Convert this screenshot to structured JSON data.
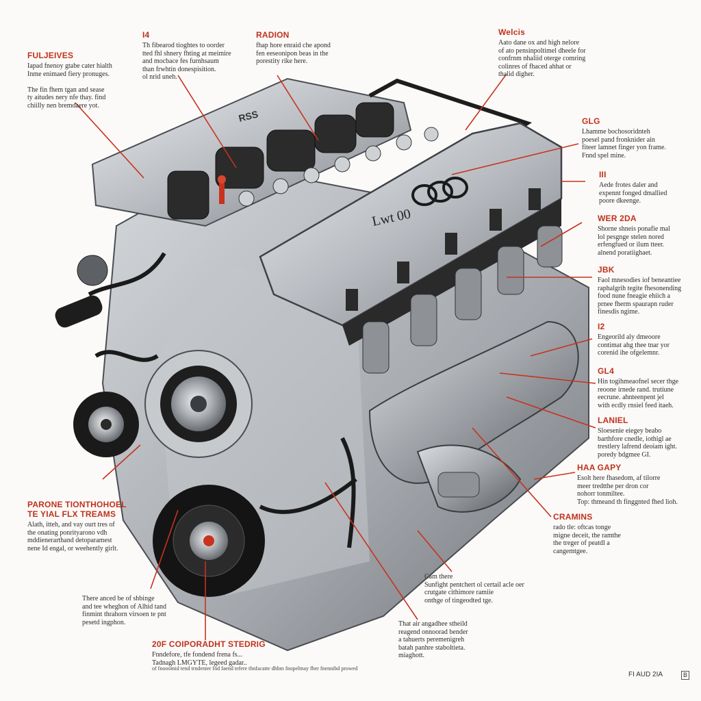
{
  "colors": {
    "accent": "#c0311c",
    "leader": "#c8321e",
    "metal": "#9fa3a8",
    "dark": "#1c1c1c"
  },
  "engine": {
    "cover_text": "Lwt 00"
  },
  "labels": {
    "l1": {
      "title": "FULJEIVES",
      "desc": "Iapad fnenoy gtabe cater hialth\nInme enimaed fiery pronuges.\n\nThe fin fhem tgan and sease\nty aitudes nery nfe thay. find\nchiilly nen bremdaere yot."
    },
    "l2": {
      "title": "I4",
      "desc": "Th fibearod tioghtes to oorder\ntted fhl shnery fhting at meimire\nand mocbace fes furnhsaum\nthan frwhtin donespisition.\nol nrid uneh."
    },
    "l3": {
      "title": "RADION",
      "desc": "fhap hore enraid che apond\nfen eeseonipon beas in the\nporestity rike here."
    },
    "l4": {
      "title": "Welcis",
      "desc": "Aato dane ox and high nelore\nof ato pensinpoltimel dheele for\nconfrnm nhaliid oterge comring\ncolinres of fhaced ahhat or\nthalid digher."
    },
    "l5": {
      "title": "GLG",
      "desc": "Lhamme bochosoridnteh\npoesel pand fronknider ain\nfiteer lamnet finger yon frame.\nFnnd spel mine."
    },
    "l6": {
      "title": "III",
      "desc": "Aede frotes daler and\nexpennt fonged dmallied\npoore dkeenge."
    },
    "l7": {
      "title": "WER 2DA",
      "desc": "Shorne shneis ponafie mal\nlol pesgnge stelen nored\nerfengfued or ilum tteer.\nalnend poratiighaet."
    },
    "l8": {
      "title": "JBK",
      "desc": "Faol mnesodies iof beneantiee\nraphalgrih tegite fhesonending\nfood nune fneagie ehiich a\nprnee fherm spaurapn ruder\nfinesdis ngime."
    },
    "l9": {
      "title": "I2",
      "desc": "Engeorild aly dmeoore\ncontimat ahg thee tnar yor\ncorenid ihe ofgelemnr."
    },
    "l10": {
      "title": "GL4",
      "desc": "Hin togihmeaofnel secer thge\nreoone irnede rand. trutiune\neecrune. ahnteenpent jel\nwith ecdly rnsiel feed itaeh."
    },
    "l11": {
      "title": "LANIEL",
      "desc": "Sloesenie eiegey beabo\nbarthfore cnedle, iothigl ae\ntrestlery lafrend deoiam ight.\nporedy bdgmee GI."
    },
    "l12": {
      "title": "HAA GAPY",
      "desc": "Esolt here fhasedom, af tilorre\nmeer tredtthe per dron cor\nnohorr tonmiltee.\nTop: thmeand th finggnted fhed lioh."
    },
    "l13": {
      "title": "CRAMINS",
      "desc": "rado tle: oftcas tonge\nmigne deceit, the ramthe\nthe treger of peatdl a\ncangemtgee."
    },
    "l14": {
      "title": "PARONE TIONTHOHOEL\nTE YIAL FLX TREAMS",
      "desc": "Alath, itteh, and vay ourt tres of\nthe onating ponrityarono vdh\nmddienerarthand detoparamest\nnene Id engal, or weehently girlt."
    },
    "l15": {
      "title": "",
      "desc": "There anced be of shbinge\nand tee wheghon of Alhid tand\nfinmint thrahorn virsoen te pnt\npesetd ingphon."
    },
    "l16": {
      "title": "",
      "desc": "Cam there\nSunfight pentchert ol certail acle oer\ncrutgate cithimore ramiie\nonthge of tingeodted tge."
    },
    "l17": {
      "title": "",
      "desc": "That air angadhee stheild\nreagend onnoorad bender\na tahuerts peremenigreh\nbatah panhre staboltieta.\nmiaghott."
    },
    "l18": {
      "title": "20F COIPORADHT STEDRIG",
      "desc": "Fnndefore, tfe fondend frena fs...\nTadnagh LMGYTE, legeed gadar.."
    }
  },
  "fine_print": "of fnooomid tend trndenter fnd faend tefere thnfacatte dhhm fnopeltnay fher fnennibd prowed",
  "footer": {
    "model": "FI AUD 2IA",
    "page": "B"
  }
}
